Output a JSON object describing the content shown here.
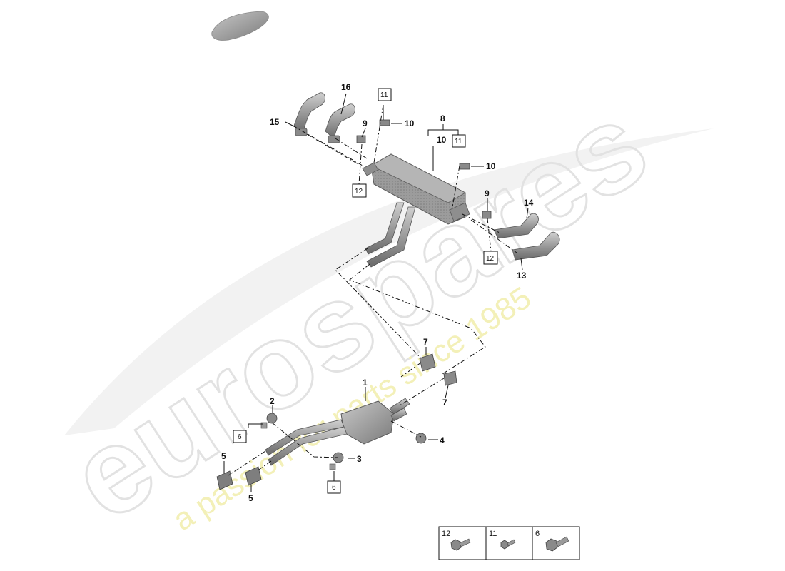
{
  "watermark": {
    "brand": "eurospares",
    "tagline": "a passion for parts since 1985"
  },
  "callouts": [
    {
      "id": "c1",
      "text": "1"
    },
    {
      "id": "c2",
      "text": "2"
    },
    {
      "id": "c3",
      "text": "3"
    },
    {
      "id": "c4",
      "text": "4"
    },
    {
      "id": "c5a",
      "text": "5"
    },
    {
      "id": "c5b",
      "text": "5"
    },
    {
      "id": "c7a",
      "text": "7"
    },
    {
      "id": "c7b",
      "text": "7"
    },
    {
      "id": "c8",
      "text": "8"
    },
    {
      "id": "c9a",
      "text": "9"
    },
    {
      "id": "c9b",
      "text": "9"
    },
    {
      "id": "c10a",
      "text": "10"
    },
    {
      "id": "c10b",
      "text": "10"
    },
    {
      "id": "c10c",
      "text": "10"
    },
    {
      "id": "c13",
      "text": "13"
    },
    {
      "id": "c14",
      "text": "14"
    },
    {
      "id": "c15",
      "text": "15"
    },
    {
      "id": "c16",
      "text": "16"
    }
  ],
  "boxed_refs": [
    {
      "id": "b11a",
      "text": "11"
    },
    {
      "id": "b11b",
      "text": "11"
    },
    {
      "id": "b12a",
      "text": "12"
    },
    {
      "id": "b12b",
      "text": "12"
    },
    {
      "id": "b6a",
      "text": "6"
    },
    {
      "id": "b6b",
      "text": "6"
    }
  ],
  "fastener_table": [
    {
      "number": "12",
      "icon": "flange-bolt-icon"
    },
    {
      "number": "11",
      "icon": "small-bolt-icon"
    },
    {
      "number": "6",
      "icon": "hex-bolt-icon"
    }
  ],
  "colors": {
    "part_fill": "#a9a9a9",
    "part_dark": "#6f6f6f",
    "line": "#111111",
    "watermark_gray": "#e2e2e2",
    "watermark_yellow": "#f3f0b8"
  }
}
